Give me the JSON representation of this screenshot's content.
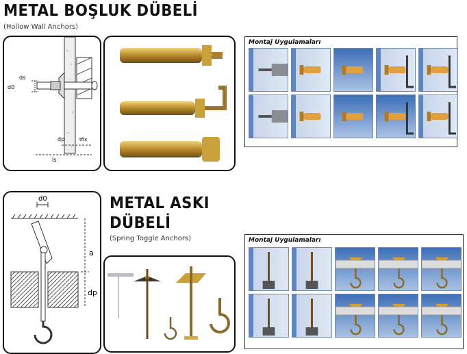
{
  "section1": {
    "title": "METAL BOŞLUK DÜBELİ",
    "subtitle": "(Hollow Wall Anchors)",
    "diagram_labels": {
      "ds": "ds",
      "d0": "d0",
      "dp": "dp",
      "tfix": "tfix",
      "ls": "ls"
    },
    "steps_title": "Montaj Uygulamaları"
  },
  "section2": {
    "title_line1": "METAL ASKI",
    "title_line2": "DÜBELİ",
    "subtitle": "(Spring Toggle Anchors)",
    "diagram_labels": {
      "d0": "d0",
      "a": "a",
      "dp": "dp"
    },
    "steps_title": "Montaj Uygulamaları"
  },
  "colors": {
    "accent_blue": "#5b86c3",
    "brass": "#c9a13a",
    "text": "#111111"
  }
}
